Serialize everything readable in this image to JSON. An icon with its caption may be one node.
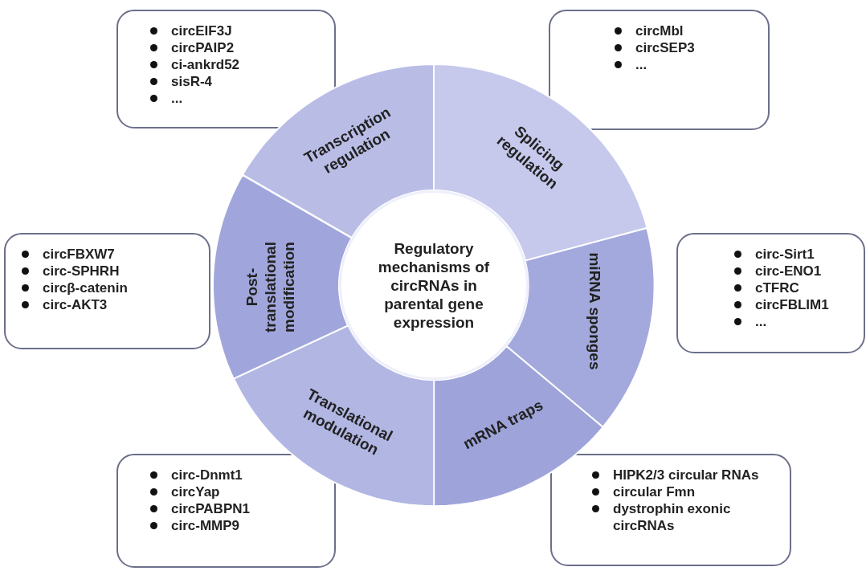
{
  "diagram": {
    "nodes": [
      {
        "text": [
          "Regulatory mechanisms of circRNAs in parental gene expression"
        ]
      },
      {
        "text": [
          "Transcription regulation"
        ]
      },
      {
        "text": [
          "Splicing regulation"
        ]
      },
      {
        "text": [
          "miRNA sponges"
        ]
      },
      {
        "text": [
          "mRNA traps"
        ]
      },
      {
        "text": [
          "Translational modulation"
        ]
      },
      {
        "text": [
          "Post-translational modification"
        ]
      },
      {
        "text": [
          "circEIF3J",
          "circPAIP2",
          "ci-ankrd52",
          "sisR-4",
          "..."
        ]
      },
      {
        "text": [
          "circMbl",
          "circSEP3",
          "..."
        ]
      },
      {
        "text": [
          "circ-Sirt1",
          "circ-ENO1",
          "cTFRC",
          "circFBLIM1",
          "..."
        ]
      },
      {
        "text": [
          "HIPK2/3 circular RNAs",
          "circular Fmn",
          "dystrophin exonic circRNAs"
        ]
      },
      {
        "text": [
          "circ-Dnmt1",
          "circYap",
          "circPABPN1",
          "circ-MMP9"
        ]
      },
      {
        "text": [
          "circFBXW7",
          "circ-SPHRH",
          "circβ-catenin",
          "circ-AKT3"
        ]
      }
    ]
  }
}
